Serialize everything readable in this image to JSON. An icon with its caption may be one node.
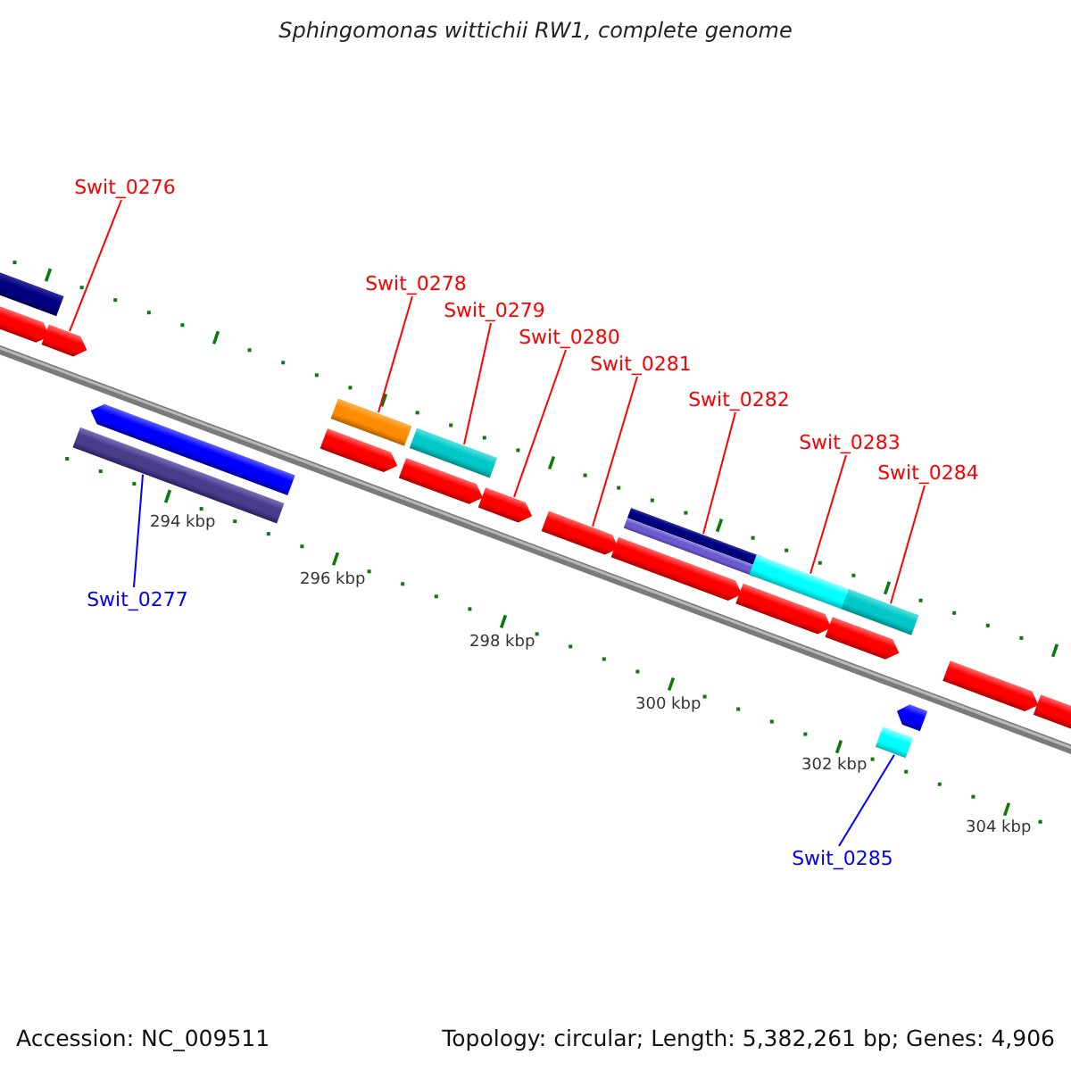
{
  "diagram": {
    "title": "Sphingomonas wittichii RW1, complete genome",
    "nodes": [
      {
        "text": [
          "Swit_0276"
        ]
      },
      {
        "text": [
          "Swit_0278"
        ]
      },
      {
        "text": [
          "Swit_0279"
        ]
      },
      {
        "text": [
          "Swit_0280"
        ]
      },
      {
        "text": [
          "Swit_0281"
        ]
      },
      {
        "text": [
          "Swit_0282"
        ]
      },
      {
        "text": [
          "Swit_0283"
        ]
      },
      {
        "text": [
          "Swit_0284"
        ]
      },
      {
        "text": [
          "Swit_0277"
        ]
      },
      {
        "text": [
          "Swit_0285"
        ]
      },
      {
        "text": [],
        "shape": "pentagon"
      },
      {
        "text": [],
        "shape": "bar"
      },
      {
        "text": [],
        "shape": "pentagon"
      },
      {
        "text": [],
        "shape": "bar"
      },
      {
        "text": [],
        "shape": "pentagon"
      },
      {
        "text": [],
        "shape": "pentagon"
      },
      {
        "text": [],
        "shape": "bar"
      },
      {
        "text": [],
        "shape": "pentagon"
      },
      {
        "text": [],
        "shape": "bar"
      },
      {
        "text": [],
        "shape": "pentagon"
      },
      {
        "text": [],
        "shape": "pentagon"
      },
      {
        "text": [],
        "shape": "pentagon"
      },
      {
        "text": [],
        "shape": "bar"
      },
      {
        "text": [],
        "shape": "pentagon"
      },
      {
        "text": [],
        "shape": "bar"
      },
      {
        "text": [],
        "shape": "pentagon"
      },
      {
        "text": [],
        "shape": "bar"
      },
      {
        "text": [],
        "shape": "bar"
      },
      {
        "text": [],
        "shape": "pentagon"
      },
      {
        "text": [],
        "shape": "pentagon"
      },
      {
        "text": [],
        "shape": "pentagon"
      }
    ],
    "edges": [
      {
        "from": 0,
        "to": 12,
        "arrow": "none"
      },
      {
        "from": 1,
        "to": 16,
        "arrow": "none"
      },
      {
        "from": 2,
        "to": 18,
        "arrow": "none"
      },
      {
        "from": 3,
        "to": 19,
        "arrow": "none"
      },
      {
        "from": 4,
        "to": 20,
        "arrow": "none"
      },
      {
        "from": 5,
        "to": 22,
        "arrow": "none"
      },
      {
        "from": 6,
        "to": 24,
        "arrow": "none"
      },
      {
        "from": 7,
        "to": 26,
        "arrow": "none"
      },
      {
        "from": 8,
        "to": 13,
        "arrow": "none",
        "color": "#0000ff"
      },
      {
        "from": 9,
        "to": 27,
        "arrow": "none",
        "color": "#0000ff"
      }
    ],
    "labels": [
      "294 kbp",
      "296 kbp",
      "298 kbp",
      "300 kbp",
      "302 kbp",
      "304 kbp",
      "Accession: NC_009511",
      "Topology: circular; Length: 5,382,261 bp; Genes: 4,906"
    ]
  }
}
